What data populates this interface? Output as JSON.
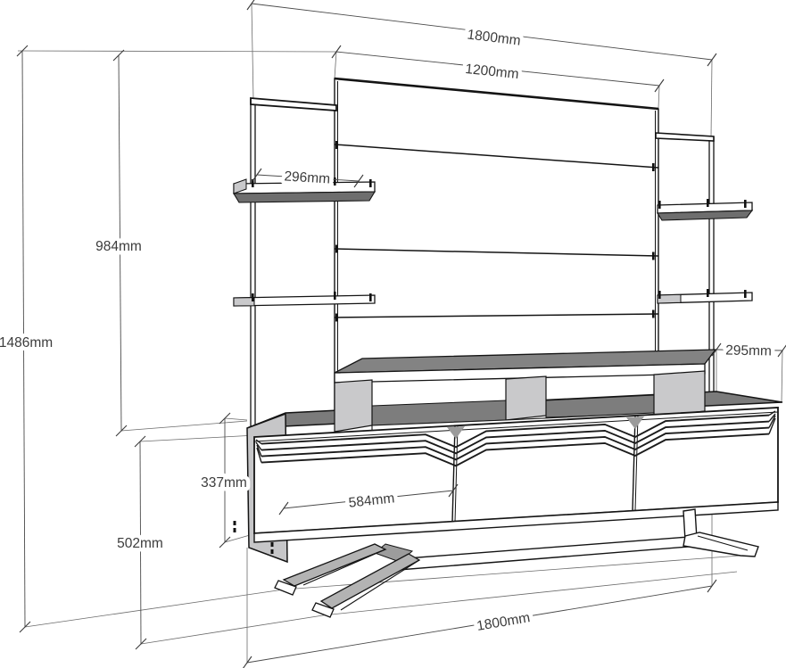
{
  "diagram": {
    "units": "mm",
    "dimensions": {
      "top_overall_width": "1800mm",
      "back_panel_width": "1200mm",
      "left_shelf_depth": "296mm",
      "upper_section_height": "984mm",
      "total_height": "1486mm",
      "right_shelf_depth": "295mm",
      "cabinet_body_height": "337mm",
      "door_width": "584mm",
      "base_section_height": "502mm",
      "bottom_overall_width": "1800mm"
    }
  }
}
